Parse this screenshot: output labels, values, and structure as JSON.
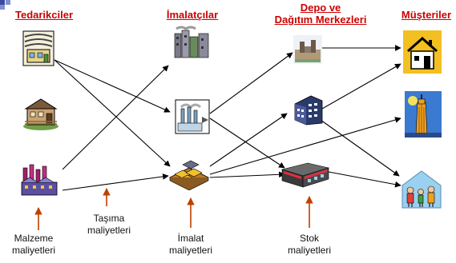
{
  "columns": {
    "suppliers": "Tedarikciler",
    "manufacturers": "İmalatçılar",
    "warehouses": [
      "Depo ve",
      "Dağıtım Merkezleri"
    ],
    "customers": "Müşteriler"
  },
  "cost_labels": {
    "material": [
      "Malzeme",
      "maliyetleri"
    ],
    "transport": [
      "Taşıma",
      "maliyetleri"
    ],
    "manufacturing": [
      "İmalat",
      "maliyetleri"
    ],
    "inventory": [
      "Stok",
      "maliyetleri"
    ]
  },
  "icons": {
    "supplier_1": "factory-clipart-icon",
    "supplier_2": "lumber-mill-clipart-icon",
    "supplier_3": "industrial-plant-clipart-icon",
    "manufacturer_1": "city-factory-clipart-icon",
    "manufacturer_2": "smokestack-factory-clipart-icon",
    "manufacturer_3": "gold-bars-clipart-icon",
    "warehouse_1": "castle-building-clipart-icon",
    "warehouse_2": "office-building-clipart-icon",
    "warehouse_3": "store-building-clipart-icon",
    "customer_1": "house-clipart-icon",
    "customer_2": "skyscraper-clipart-icon",
    "customer_3": "family-house-clipart-icon"
  },
  "colors": {
    "title": "#cc0000",
    "cost_arrow": "#c04000",
    "flow_arrow": "#000000"
  }
}
